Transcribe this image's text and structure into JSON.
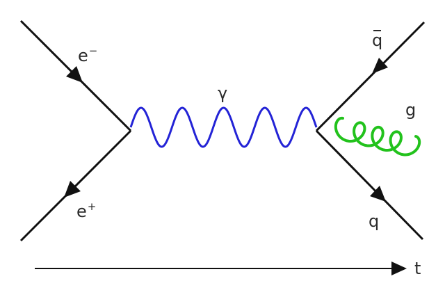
{
  "labels": {
    "electron": {
      "symbol": "e",
      "charge": "−"
    },
    "positron": {
      "symbol": "e",
      "charge": "+"
    },
    "photon": "γ",
    "antiquark": "q",
    "quark": "q",
    "gluon": "g",
    "time_axis": "t"
  },
  "colors": {
    "fermion_line": "#111111",
    "photon": "#2323d6",
    "gluon": "#22c21c",
    "text": "#2a2a2a",
    "background": "#ffffff"
  }
}
